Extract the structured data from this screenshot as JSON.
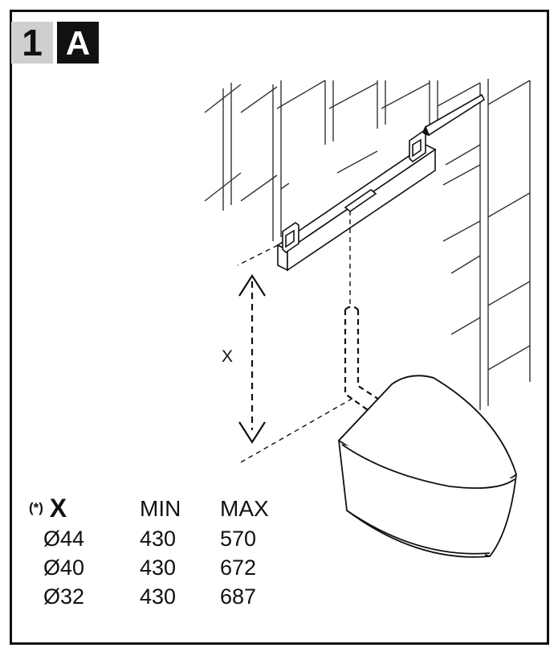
{
  "step": {
    "number": "1",
    "letter": "A"
  },
  "diagram": {
    "dimension_label": "X"
  },
  "table": {
    "note_marker": "(*)",
    "x_header": "X",
    "min_header": "MIN",
    "max_header": "MAX",
    "rows": [
      {
        "diameter": "Ø44",
        "min": "430",
        "max": "570"
      },
      {
        "diameter": "Ø40",
        "min": "430",
        "max": "672"
      },
      {
        "diameter": "Ø32",
        "min": "430",
        "max": "687"
      }
    ]
  }
}
